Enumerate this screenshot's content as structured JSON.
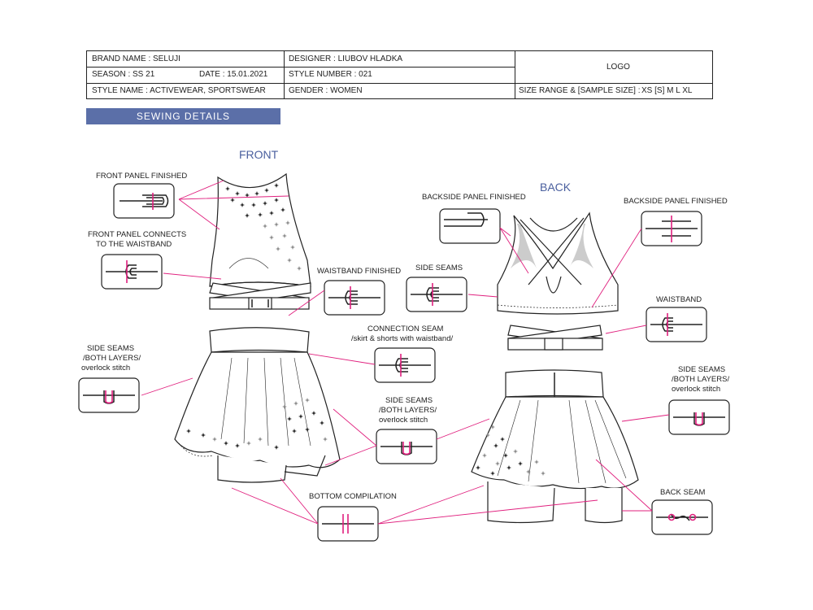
{
  "header": {
    "brand_name": "BRAND NAME :  SELUJI",
    "season": "SEASON :   SS 21",
    "date": "DATE :  15.01.2021",
    "style_name": "STYLE NAME : ACTIVEWEAR, SPORTSWEAR",
    "designer": "DESIGNER : LIUBOV HLADKA",
    "style_number": "STYLE NUMBER :   021",
    "gender": "GENDER : WOMEN",
    "logo": "LOGO",
    "size_range_label": "SIZE RANGE & [SAMPLE SIZE] :",
    "size_range_value": "XS [S] M L XL"
  },
  "section_title": "SEWING DETAILS",
  "views": {
    "front": "FRONT",
    "back": "BACK"
  },
  "labels": {
    "front_panel_finished": "FRONT PANEL FINISHED",
    "front_panel_connects_1": "FRONT PANEL CONNECTS",
    "front_panel_connects_2": "TO THE WAISTBAND",
    "waistband_finished": "WAISTBAND FINISHED",
    "side_seams_top": "SIDE SEAMS",
    "connection_seam_1": "CONNECTION SEAM",
    "connection_seam_2": "/skirt & shorts with waistband/",
    "left_side_seams_1": "SIDE SEAMS",
    "left_side_seams_2": "/BOTH LAYERS/",
    "left_side_seams_3": "overlock stitch",
    "mid_side_seams_1": "SIDE SEAMS",
    "mid_side_seams_2": "/BOTH LAYERS/",
    "mid_side_seams_3": "overlock stitch",
    "bottom_compilation": "BOTTOM COMPILATION",
    "backside_panel_finished_left": "BACKSIDE PANEL FINISHED",
    "backside_panel_finished_right": "BACKSIDE PANEL FINISHED",
    "waistband": "WAISTBAND",
    "right_side_seams_1": "SIDE SEAMS",
    "right_side_seams_2": "/BOTH LAYERS/",
    "right_side_seams_3": "overlock stitch",
    "back_seam": "BACK SEAM"
  },
  "colors": {
    "accent": "#e0207e",
    "banner": "#5b6fa8",
    "line": "#222222",
    "title": "#4a5f9e"
  }
}
